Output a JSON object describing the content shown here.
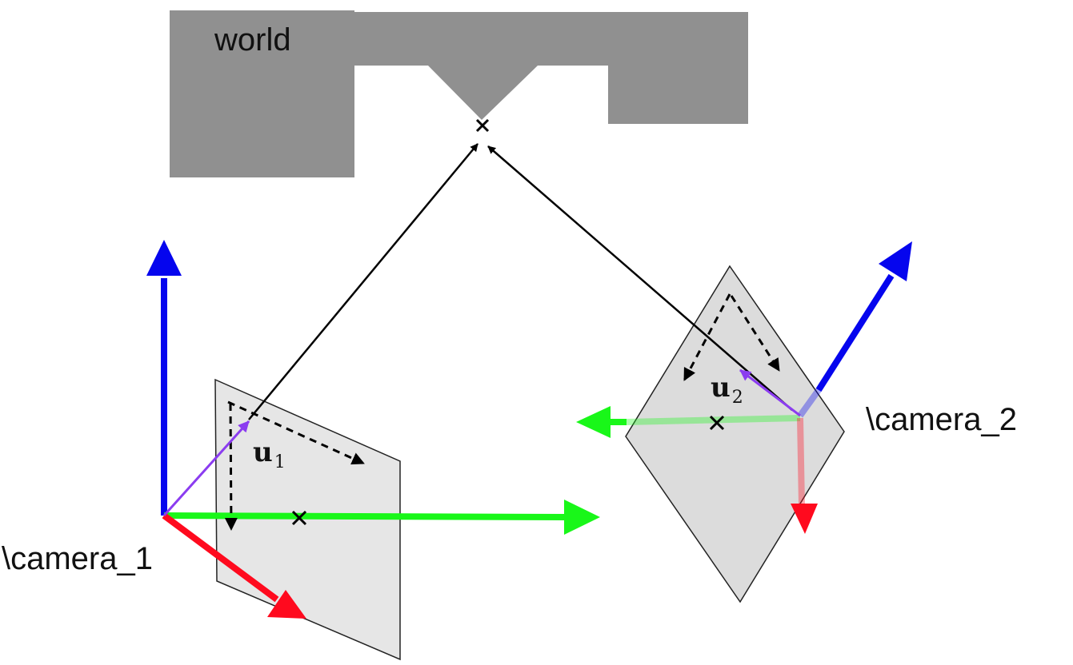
{
  "labels": {
    "world": "world",
    "camera_1": "\\camera_1",
    "camera_2": "\\camera_2",
    "u1_base": "u",
    "u1_sub": "1",
    "u2_base": "u",
    "u2_sub": "2"
  },
  "colors": {
    "world_block": "#909090",
    "image_plane": "#e5e5e5",
    "axis_x": "#ff0a1e",
    "axis_y": "#19f719",
    "axis_z": "#0505ee",
    "ray": "#8b3cf0",
    "line": "#000000"
  },
  "icons": {
    "point_marker": "cross"
  }
}
